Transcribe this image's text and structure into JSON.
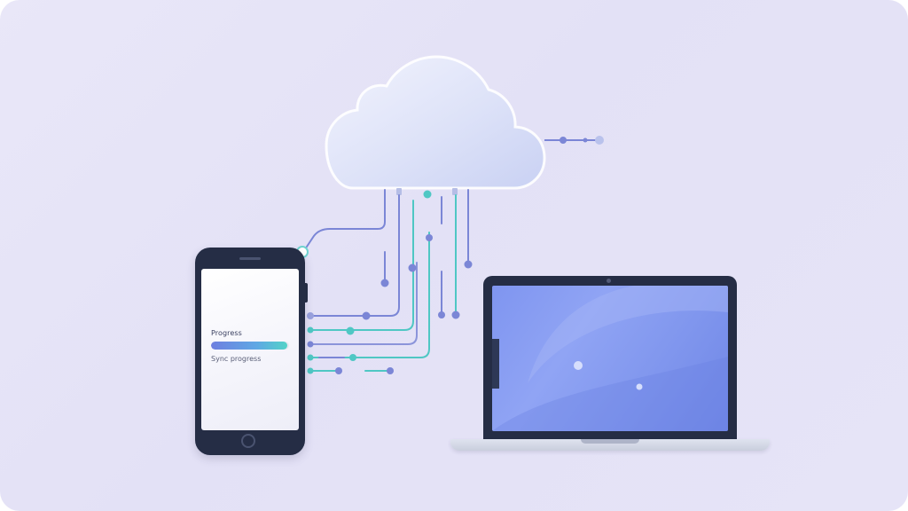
{
  "illustration": {
    "phone": {
      "progress_label": "Progress",
      "progress_status": "Sync progress",
      "progress_fraction": 0.98
    },
    "colors": {
      "background": "#e6e4f7",
      "device_dark": "#252d45",
      "line_purple": "#7b86d6",
      "line_teal": "#4fc7c4",
      "cloud_light": "#e4e7fb"
    }
  }
}
